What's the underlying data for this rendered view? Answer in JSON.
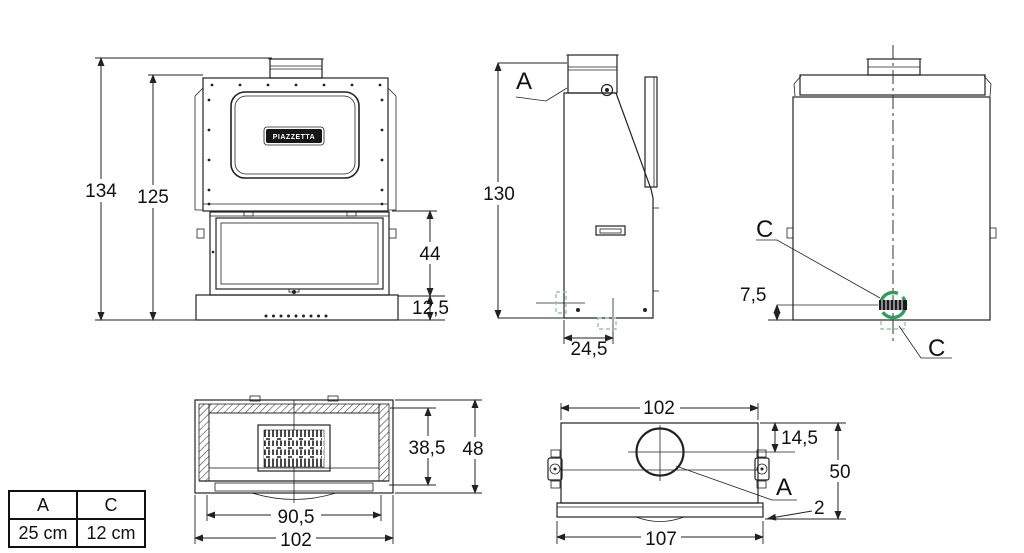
{
  "drawing_type": "fireplace-insert-dimension-drawing",
  "brand_plate": "PIAZZETTA",
  "front_view": {
    "dim_total_height": "134",
    "dim_body_height": "125",
    "dim_door_height": "44",
    "dim_base_height": "12,5"
  },
  "side_view": {
    "flue_label": "A",
    "dim_height": "130",
    "dim_flue_center": "24,5"
  },
  "back_view": {
    "air_inlet_label_top": "C",
    "air_inlet_label_bottom": "C",
    "dim_inlet_height": "7,5"
  },
  "plan_firebox_view": {
    "dim_inner_depth": "38,5",
    "dim_total_depth": "48",
    "dim_inner_width": "90,5",
    "dim_outer_width": "102"
  },
  "plan_top_view": {
    "dim_body_width": "102",
    "dim_flue_offset": "14,5",
    "dim_total_depth": "50",
    "dim_base_edge": "2",
    "dim_base_width": "107",
    "flue_label": "A"
  },
  "legend_table": {
    "col1_header": "A",
    "col2_header": "C",
    "col1_value": "25 cm",
    "col2_value": "12 cm"
  },
  "colors": {
    "line": "#222222",
    "accent_green": "#2f9e57",
    "accent_green_light": "#8fcbaa"
  }
}
